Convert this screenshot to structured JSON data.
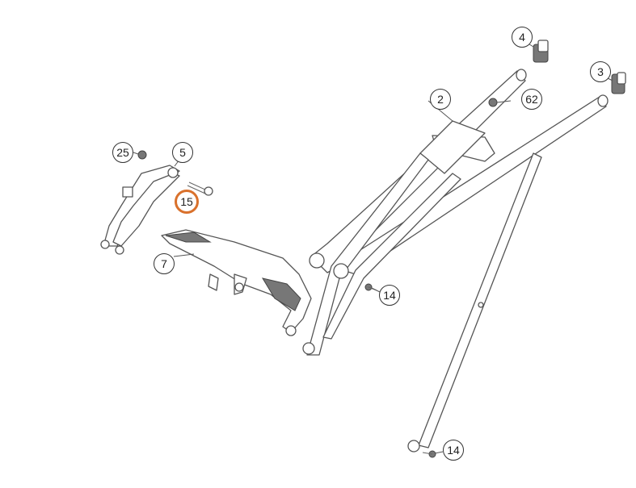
{
  "diagram": {
    "accent_color": "#d9712c",
    "callouts": [
      {
        "id": "c4",
        "label": "4"
      },
      {
        "id": "c3",
        "label": "3"
      },
      {
        "id": "c2",
        "label": "2"
      },
      {
        "id": "c62",
        "label": "62"
      },
      {
        "id": "c25",
        "label": "25"
      },
      {
        "id": "c5",
        "label": "5"
      },
      {
        "id": "c15",
        "label": "15",
        "highlighted": true
      },
      {
        "id": "c7",
        "label": "7"
      },
      {
        "id": "c14a",
        "label": "14"
      },
      {
        "id": "c14b",
        "label": "14"
      }
    ]
  }
}
